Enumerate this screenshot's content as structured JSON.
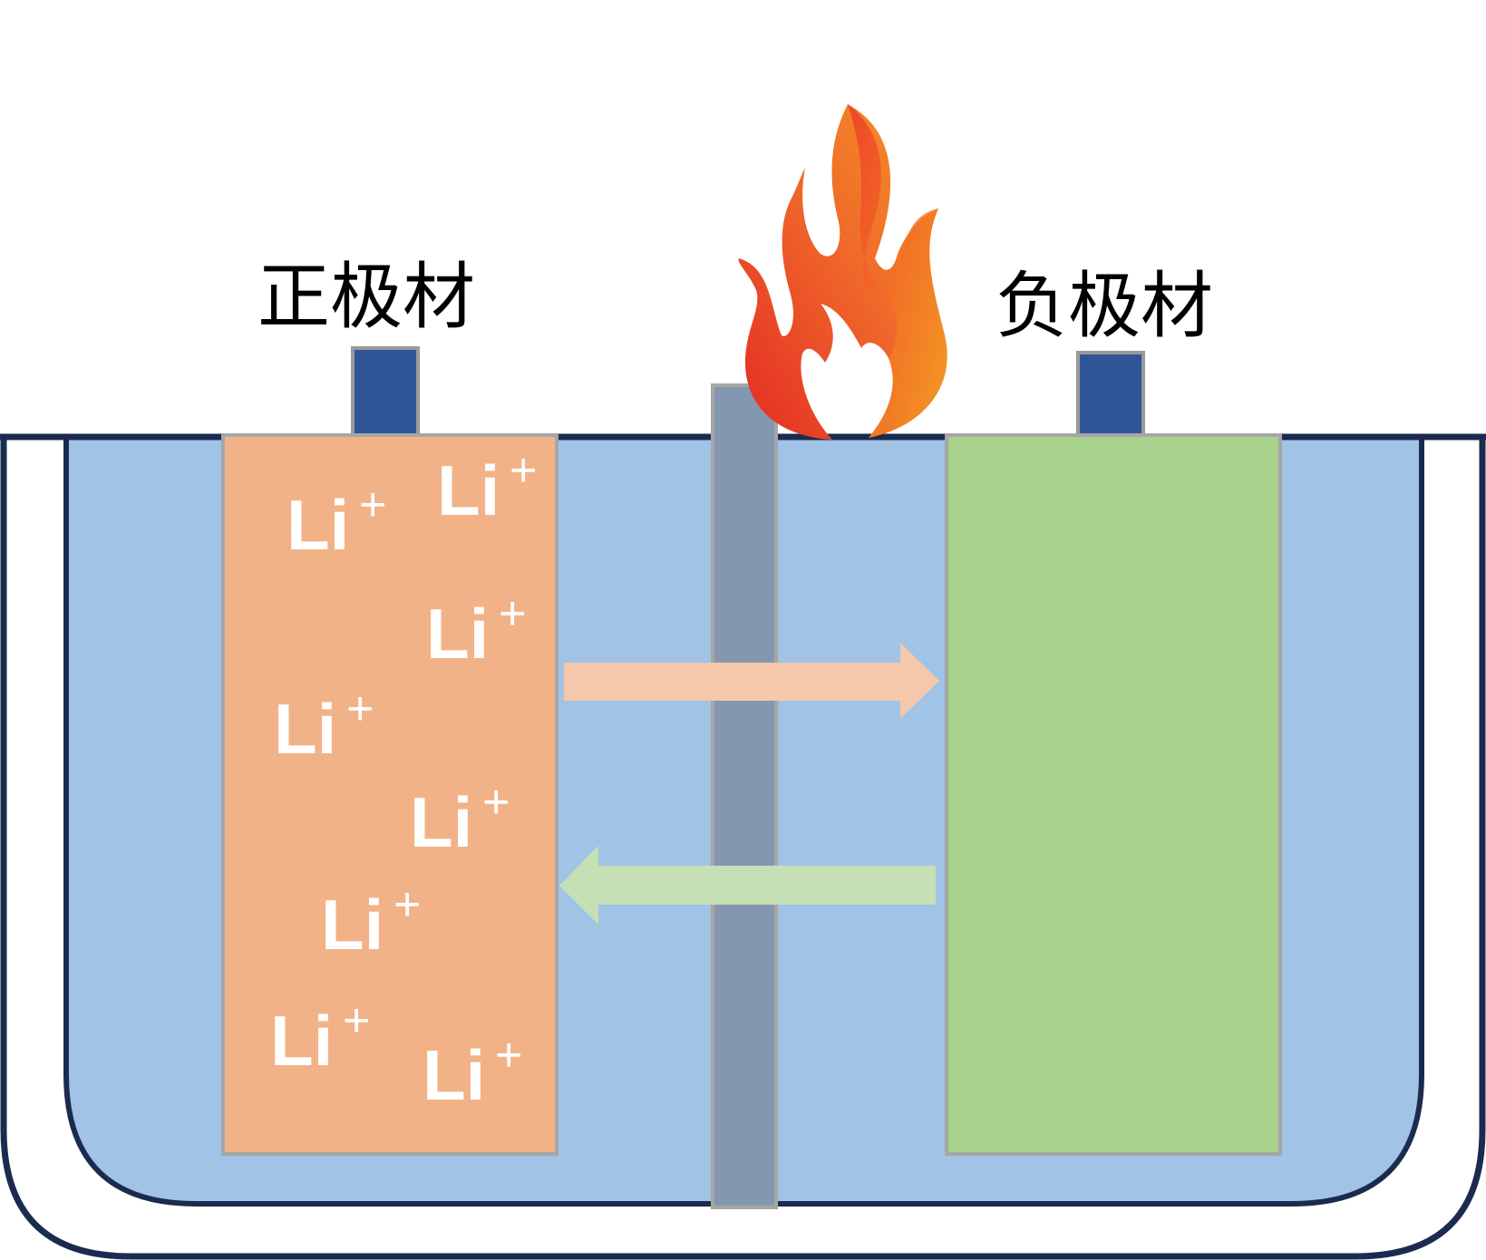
{
  "labels": {
    "positive_electrode": "正极材",
    "negative_electrode": "负极材"
  },
  "ions": {
    "symbol": "Li",
    "charge": "+"
  },
  "colors": {
    "container_outline": "#1b2b4f",
    "electrolyte": "#a0c3e6",
    "positive_electrode": "#f2b287",
    "negative_electrode": "#a8d18c",
    "terminal": "#2f5597",
    "separator": "#8497b0",
    "arrow_to_negative": "#f5c8ab",
    "arrow_to_positive": "#c5e0b4",
    "flame_outer": "#e8372a",
    "flame_inner": "#f39c21"
  },
  "icons": {
    "flame": "fire-icon",
    "arrow_right": "arrow-right-icon",
    "arrow_left": "arrow-left-icon"
  }
}
